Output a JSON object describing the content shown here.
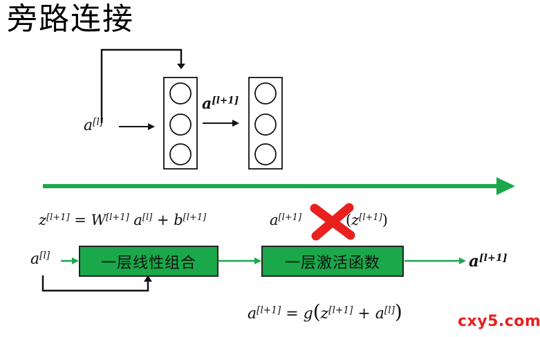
{
  "title": "旁路连接",
  "top_diagram": {
    "input_label_base": "a",
    "input_label_sup": "[l]",
    "mid_label_base": "a",
    "mid_label_sup": "[l+1]"
  },
  "equations": {
    "z_lhs_base": "z",
    "z_lhs_sup": "[l+1]",
    "eq_sign": "=",
    "w_base": "W",
    "w_sup": "[l+1]",
    "a_base": "a",
    "a_sup": "[l]",
    "plus": "+",
    "b_base": "b",
    "b_sup": "[l+1]",
    "old_lhs_base": "a",
    "old_lhs_sup": "[l+1]",
    "old_rhs_base": "z",
    "old_rhs_sup": "[l+1]",
    "old_paren_open": "(",
    "old_paren_close": ")"
  },
  "flow": {
    "input_base": "a",
    "input_sup": "[l]",
    "box1_label": "一层线性组合",
    "box2_label": "一层激活函数",
    "output_base": "a",
    "output_sup": "[l+1]"
  },
  "final_equation": {
    "lhs_base": "a",
    "lhs_sup": "[l+1]",
    "eq_sign": "=",
    "func": "g",
    "z_base": "z",
    "z_sup": "[l+1]",
    "plus": "+",
    "a_base": "a",
    "a_sup": "[l]"
  },
  "watermark": "cxy5.com",
  "colors": {
    "green": "#1aa84a",
    "cross_red": "#e8201e",
    "black": "#111111"
  }
}
